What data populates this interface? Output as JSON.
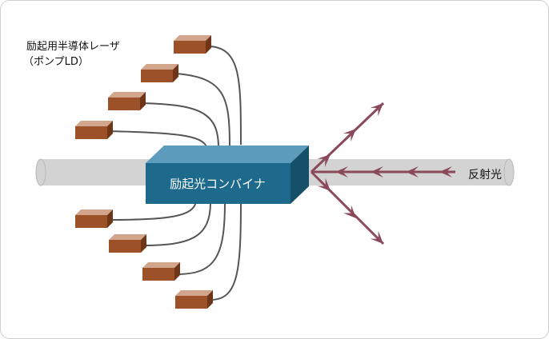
{
  "labels": {
    "laser_line1": "励起用半導体レーザ",
    "laser_line2": "（ポンプLD）",
    "combiner": "励起光コンバイナ",
    "reflected": "反射光"
  },
  "colors": {
    "fiber": "#d3d3d3",
    "fiber_edge": "#b8b8b8",
    "laser_front": "#9c5128",
    "laser_top": "#d2a68c",
    "laser_side": "#6f3518",
    "combiner_front": "#1d6a8c",
    "combiner_top": "#5d9cbc",
    "combiner_side": "#164f68",
    "pump_wire": "#555555",
    "arrow": "#8a4a5a"
  }
}
